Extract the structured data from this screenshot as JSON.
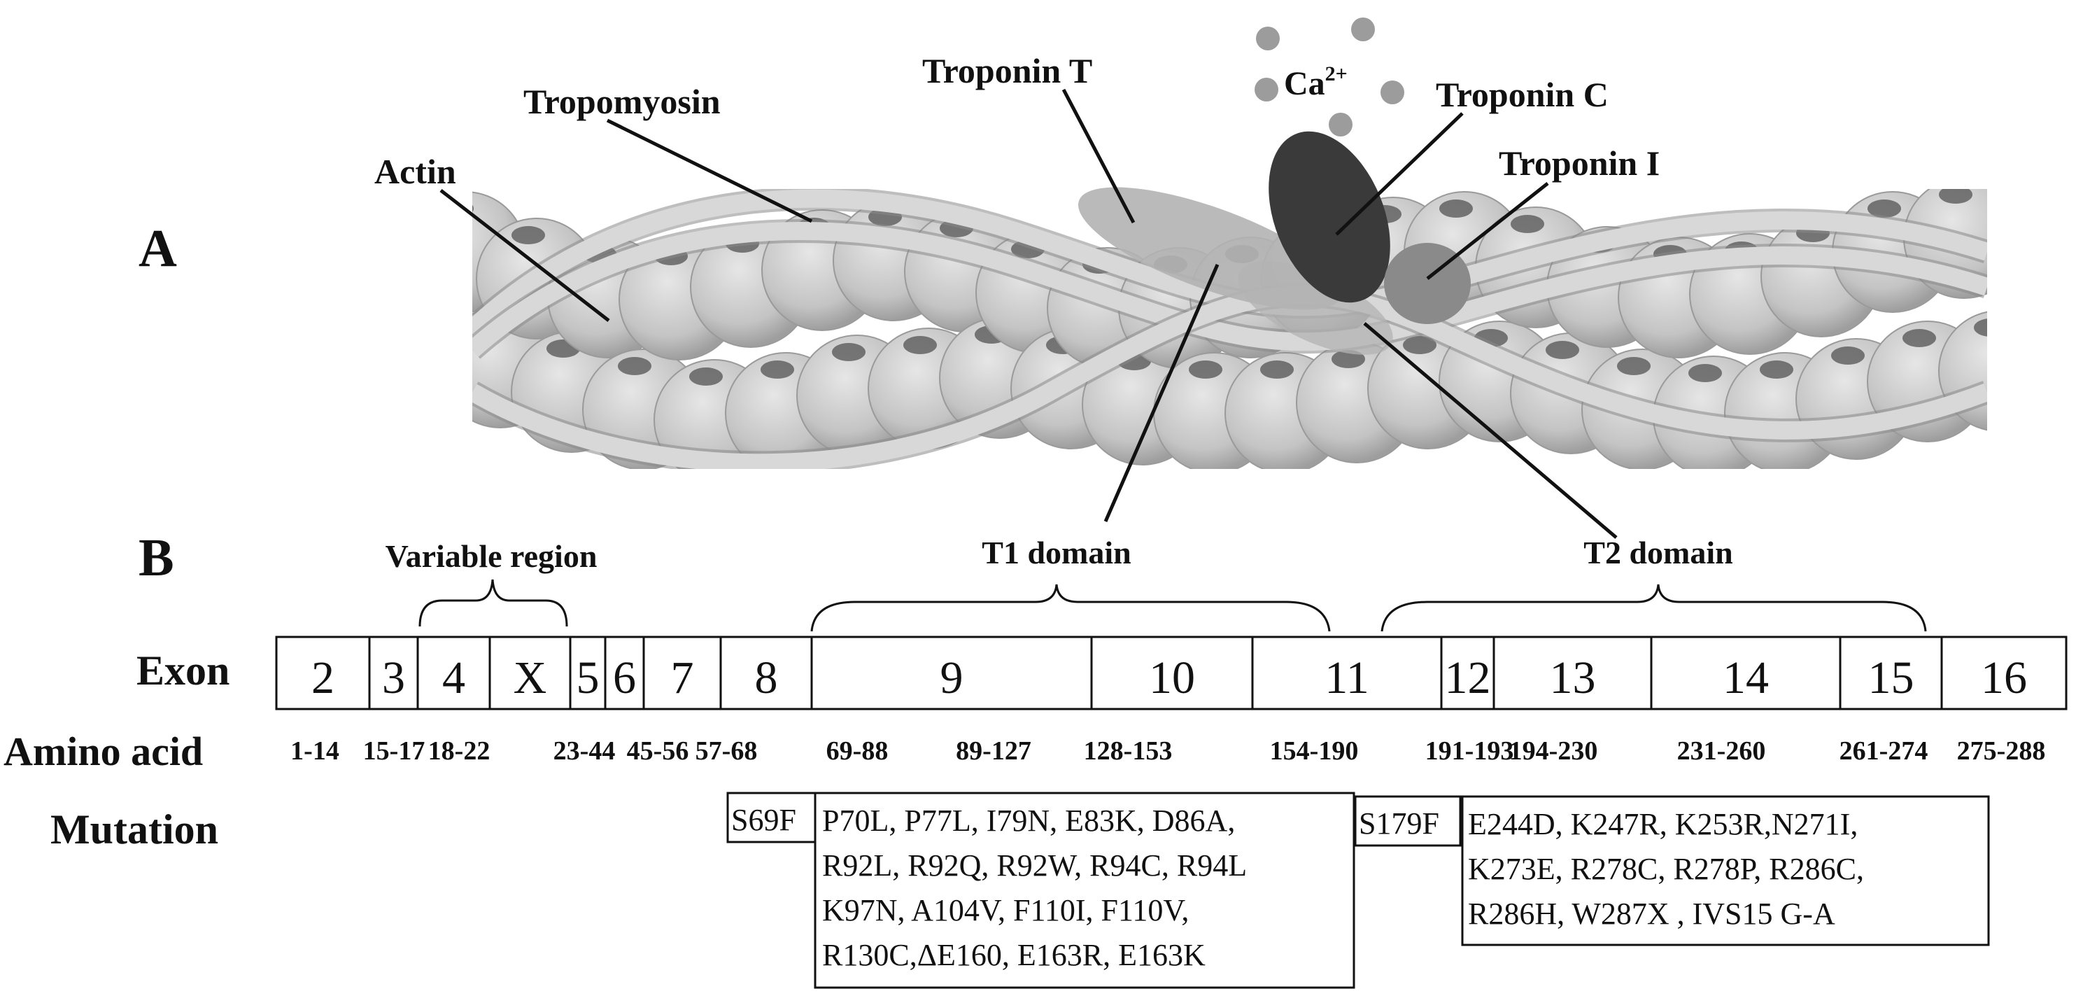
{
  "panel_a": {
    "letter": "A",
    "labels": {
      "actin": "Actin",
      "tropomyosin": "Tropomyosin",
      "troponin_t": "Troponin T",
      "troponin_c": "Troponin C",
      "troponin_i": "Troponin I",
      "calcium": "Ca",
      "calcium_charge": "2+"
    },
    "colors": {
      "actin": "#c9c9c9",
      "actin_shadow": "#9a9a9a",
      "actin_dot": "#4a4a4a",
      "tropomyosin": "#d8d8d8",
      "troponin_t": "#b3b3b3",
      "troponin_c": "#3a3a3a",
      "troponin_i": "#8a8a8a",
      "calcium": "#9c9c9c"
    }
  },
  "panel_b": {
    "letter": "B",
    "row_labels": {
      "exon": "Exon",
      "amino_acid": "Amino acid",
      "mutation": "Mutation"
    },
    "regions": [
      "Variable region",
      "T1 domain",
      "T2 domain"
    ],
    "exons": [
      "2",
      "3",
      "4",
      "X",
      "5",
      "6",
      "7",
      "8",
      "9",
      "10",
      "11",
      "12",
      "13",
      "14",
      "15",
      "16"
    ],
    "amino_acids": [
      "1-14",
      "15-17",
      "18-22",
      "23-44",
      "45-56",
      "57-68",
      "69-88",
      "89-127",
      "128-153",
      "154-190",
      "191-193",
      "194-230",
      "231-260",
      "261-274",
      "275-288"
    ],
    "mutations": {
      "s69f": "S69F",
      "t1_lines": [
        "P70L, P77L, I79N, E83K, D86A,",
        "R92L, R92Q, R92W, R94C, R94L",
        "K97N, A104V, F110I, F110V,",
        "R130C,ΔE160, E163R, E163K"
      ],
      "s179f": "S179F",
      "t2_lines": [
        "E244D, K247R, K253R,N271I,",
        "K273E, R278C, R278P, R286C,",
        "R286H, W287X , IVS15  G-A"
      ]
    }
  }
}
